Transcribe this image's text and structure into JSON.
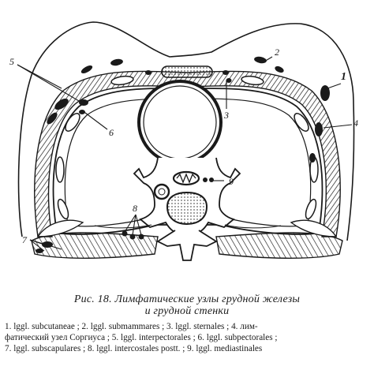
{
  "figure": {
    "callouts": [
      "1",
      "2",
      "3",
      "4",
      "5",
      "6",
      "7",
      "8",
      "9"
    ],
    "colors": {
      "ink": "#1a1a1a",
      "paper": "#ffffff"
    }
  },
  "caption": {
    "line1": "Рис. 18. Лимфатические узлы грудной железы",
    "line2": "и грудной стенки"
  },
  "legend": {
    "line1": "1. lggl. subcutaneae ; 2. lggl. submammares ; 3. lggl. sternales ; 4. лим-",
    "line2": "фатический узел Соргиуса ; 5. lggl. interpectorales ; 6. lggl. subpectorales ;",
    "line3": "7. lggl. subscapulares ; 8. lggl. intercostales postt. ; 9. lggl. mediastinales"
  }
}
